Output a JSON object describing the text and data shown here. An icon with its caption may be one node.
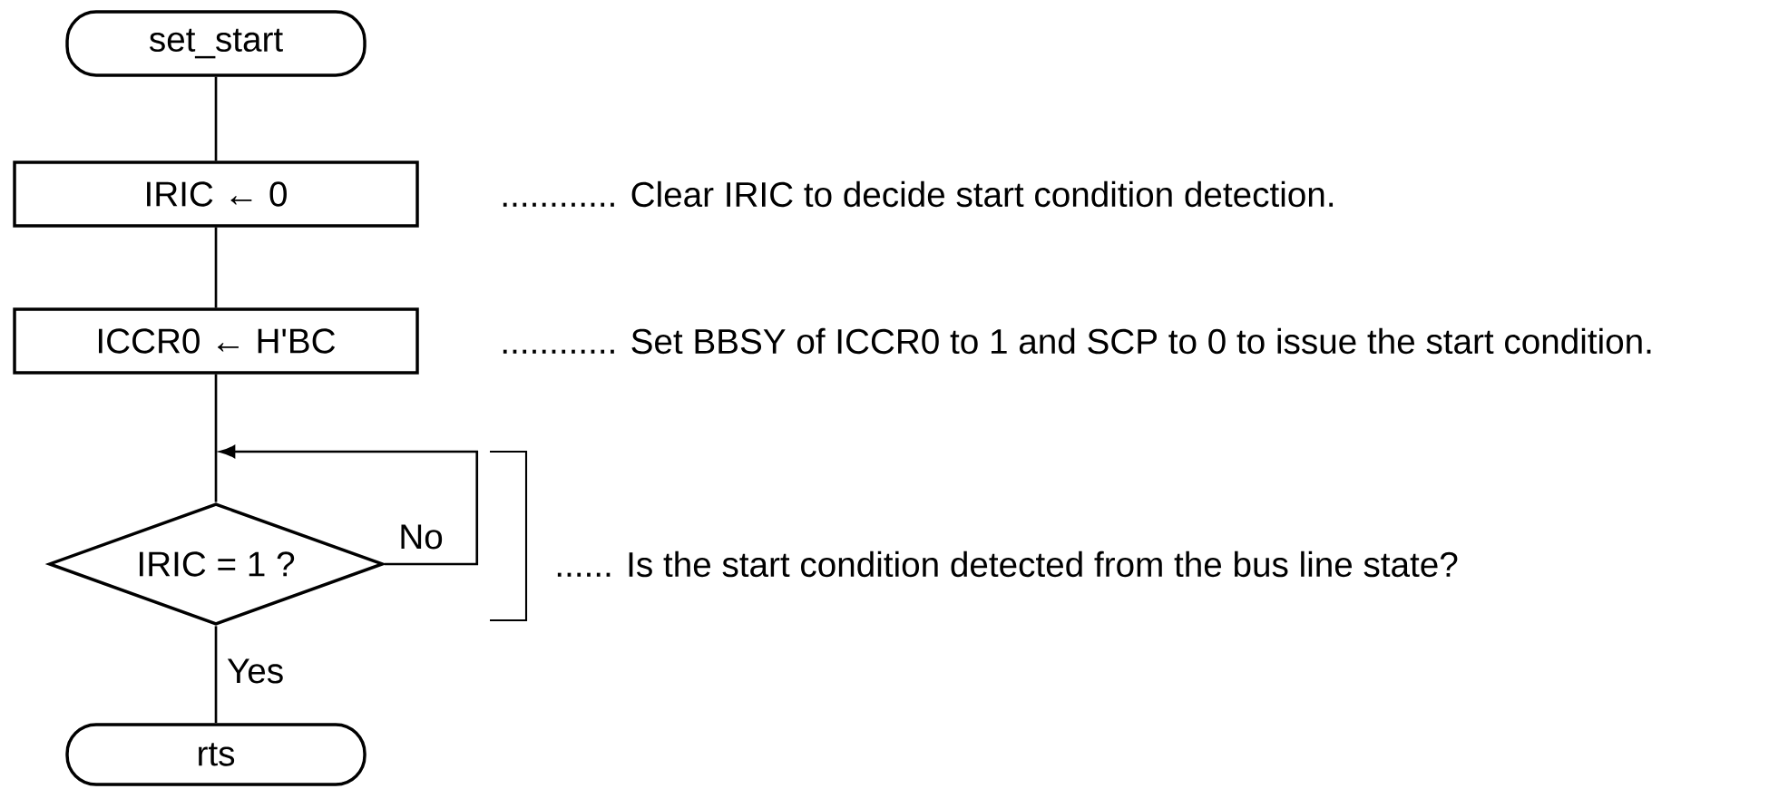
{
  "diagram": {
    "nodes": [
      {
        "text": [
          "set_start"
        ]
      },
      {
        "text": [
          "IRIC ← 0"
        ]
      },
      {
        "text": [
          "ICCR0 ← H'BC"
        ]
      },
      {
        "text": [
          "IRIC = 1 ?"
        ]
      },
      {
        "text": [
          "rts"
        ]
      }
    ],
    "edges": [
      {
        "from": 0,
        "to": 1,
        "arrow": "none"
      },
      {
        "from": 1,
        "to": 2,
        "arrow": "none"
      },
      {
        "from": 2,
        "to": 3,
        "arrow": "none"
      },
      {
        "from": 3,
        "to": 3,
        "arrow": "to",
        "label": "No"
      },
      {
        "from": 3,
        "to": 4,
        "arrow": "none",
        "label": "Yes"
      }
    ],
    "labels": [
      "............ Clear IRIC to decide start condition detection.",
      "............ Set BBSY of ICCR0 to 1 and SCP to 0 to issue the start condition.",
      "...... Is the start condition detected from the bus line state?"
    ]
  }
}
